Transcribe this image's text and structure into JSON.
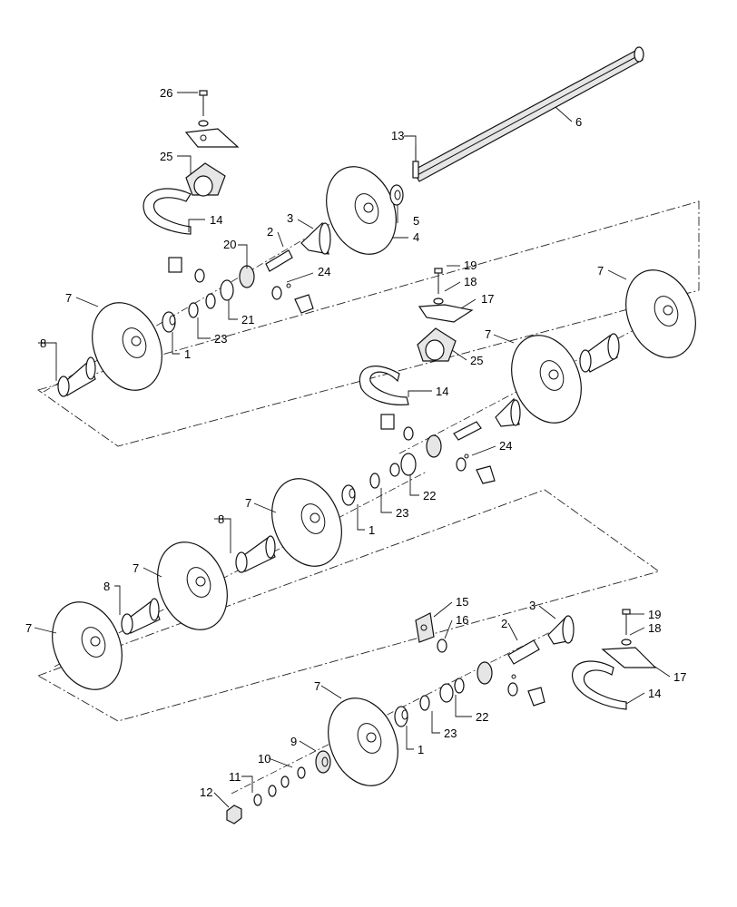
{
  "callouts": {
    "c26": "26",
    "c25a": "25",
    "c14a": "14",
    "c20": "20",
    "c2a": "2",
    "c3a": "3",
    "c13": "13",
    "c6": "6",
    "c5": "5",
    "c4": "4",
    "c24a": "24",
    "c21": "21",
    "c7a": "7",
    "c8a": "8",
    "c1a": "1",
    "c23a": "23",
    "c19a": "19",
    "c18a": "18",
    "c17a": "17",
    "c7b": "7",
    "c7c": "7",
    "c25b": "25",
    "c14b": "14",
    "c24b": "24",
    "c22a": "22",
    "c23b": "23",
    "c1b": "1",
    "c7d": "7",
    "c8b": "8",
    "c7e": "7",
    "c8c": "8",
    "c7f": "7",
    "c15": "15",
    "c16": "16",
    "c2b": "2",
    "c3b": "3",
    "c19b": "19",
    "c18b": "18",
    "c17b": "17",
    "c14c": "14",
    "c7g": "7",
    "c22b": "22",
    "c23c": "23",
    "c1c": "1",
    "c9": "9",
    "c10": "10",
    "c11": "11",
    "c12": "12"
  }
}
